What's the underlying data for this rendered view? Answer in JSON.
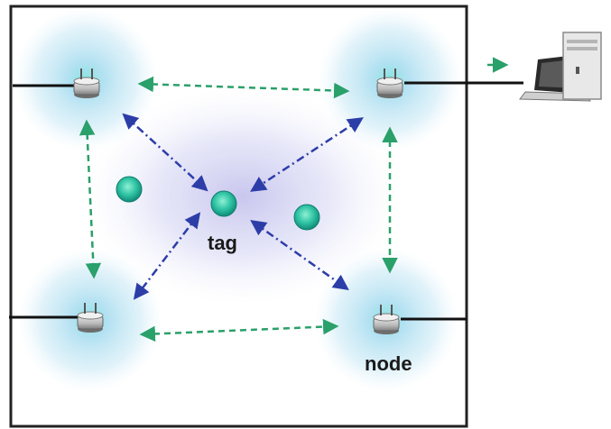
{
  "labels": {
    "tag": "tag",
    "node": "node"
  },
  "nodes": [
    {
      "id": "node-top-left",
      "icon": "router-icon",
      "wired": true
    },
    {
      "id": "node-top-right",
      "icon": "router-icon",
      "wired": true
    },
    {
      "id": "node-bottom-left",
      "icon": "router-icon",
      "wired": true
    },
    {
      "id": "node-bottom-right",
      "icon": "router-icon",
      "wired": true
    }
  ],
  "tags": [
    {
      "id": "tag-primary",
      "labeled": true
    },
    {
      "id": "tag-left",
      "labeled": false
    },
    {
      "id": "tag-right",
      "labeled": false
    }
  ],
  "links": {
    "node_to_node": {
      "style": "dashed",
      "color": "#2aa06a"
    },
    "tag_to_node": {
      "style": "dash-dot",
      "color": "#2d3da8"
    }
  },
  "computer": {
    "icon": "desktop-computer-icon"
  },
  "colors": {
    "coverage_glow": "#9fd6ee",
    "center_haze": "#b9b6e6",
    "tag_fill": "#2fc4a4",
    "node_link": "#2aa06a",
    "tag_link": "#2d3da8",
    "room_wall": "#222222"
  }
}
